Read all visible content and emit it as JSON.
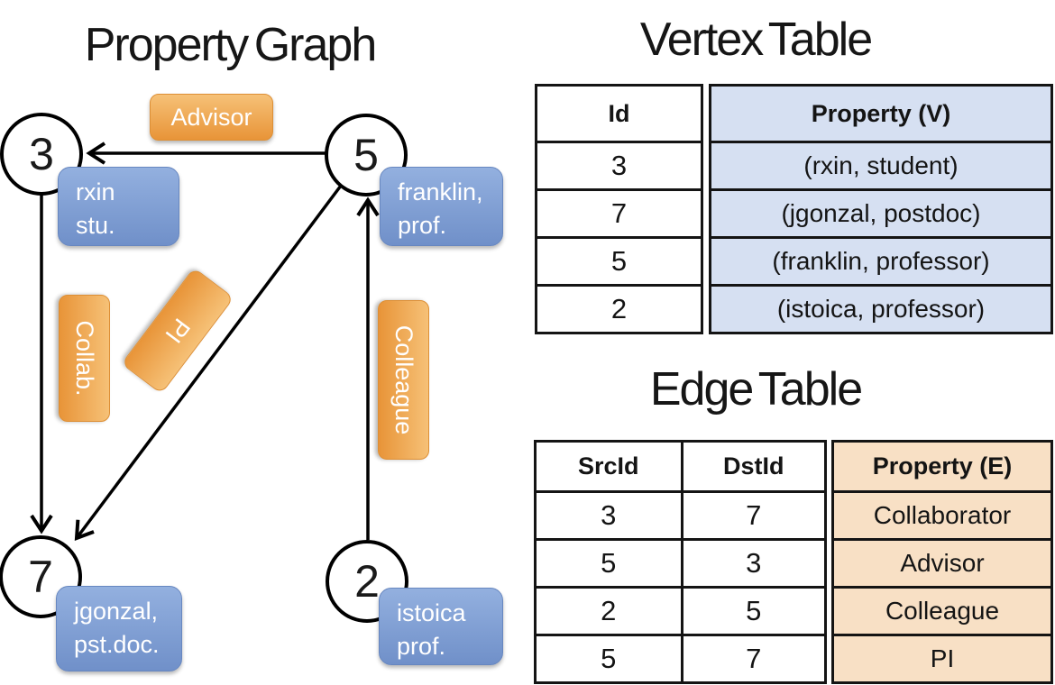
{
  "graph": {
    "title": "Property Graph",
    "nodes": [
      {
        "id": "3",
        "prop_line1": "rxin",
        "prop_line2": "stu."
      },
      {
        "id": "5",
        "prop_line1": "franklin,",
        "prop_line2": "prof."
      },
      {
        "id": "7",
        "prop_line1": "jgonzal,",
        "prop_line2": "pst.doc."
      },
      {
        "id": "2",
        "prop_line1": "istoica",
        "prop_line2": "prof."
      }
    ],
    "edge_labels": {
      "advisor": "Advisor",
      "collab": "Collab.",
      "pi": "PI",
      "colleague": "Colleague"
    }
  },
  "vertex_table": {
    "title": "Vertex Table",
    "headers": {
      "id": "Id",
      "property": "Property (V)"
    },
    "rows": [
      {
        "id": "3",
        "property": "(rxin, student)"
      },
      {
        "id": "7",
        "property": "(jgonzal, postdoc)"
      },
      {
        "id": "5",
        "property": "(franklin, professor)"
      },
      {
        "id": "2",
        "property": "(istoica, professor)"
      }
    ]
  },
  "edge_table": {
    "title": "Edge Table",
    "headers": {
      "src": "SrcId",
      "dst": "DstId",
      "property": "Property (E)"
    },
    "rows": [
      {
        "src": "3",
        "dst": "7",
        "property": "Collaborator"
      },
      {
        "src": "5",
        "dst": "3",
        "property": "Advisor"
      },
      {
        "src": "2",
        "dst": "5",
        "property": "Colleague"
      },
      {
        "src": "5",
        "dst": "7",
        "property": "PI"
      }
    ]
  },
  "colors": {
    "edge_label_orange": "#ECA44B",
    "vertex_box_blue": "#82A1D6",
    "vertex_cell_blue": "#D6E0F2",
    "edge_cell_tan": "#F8E0C5",
    "edge_line": "#000000"
  }
}
